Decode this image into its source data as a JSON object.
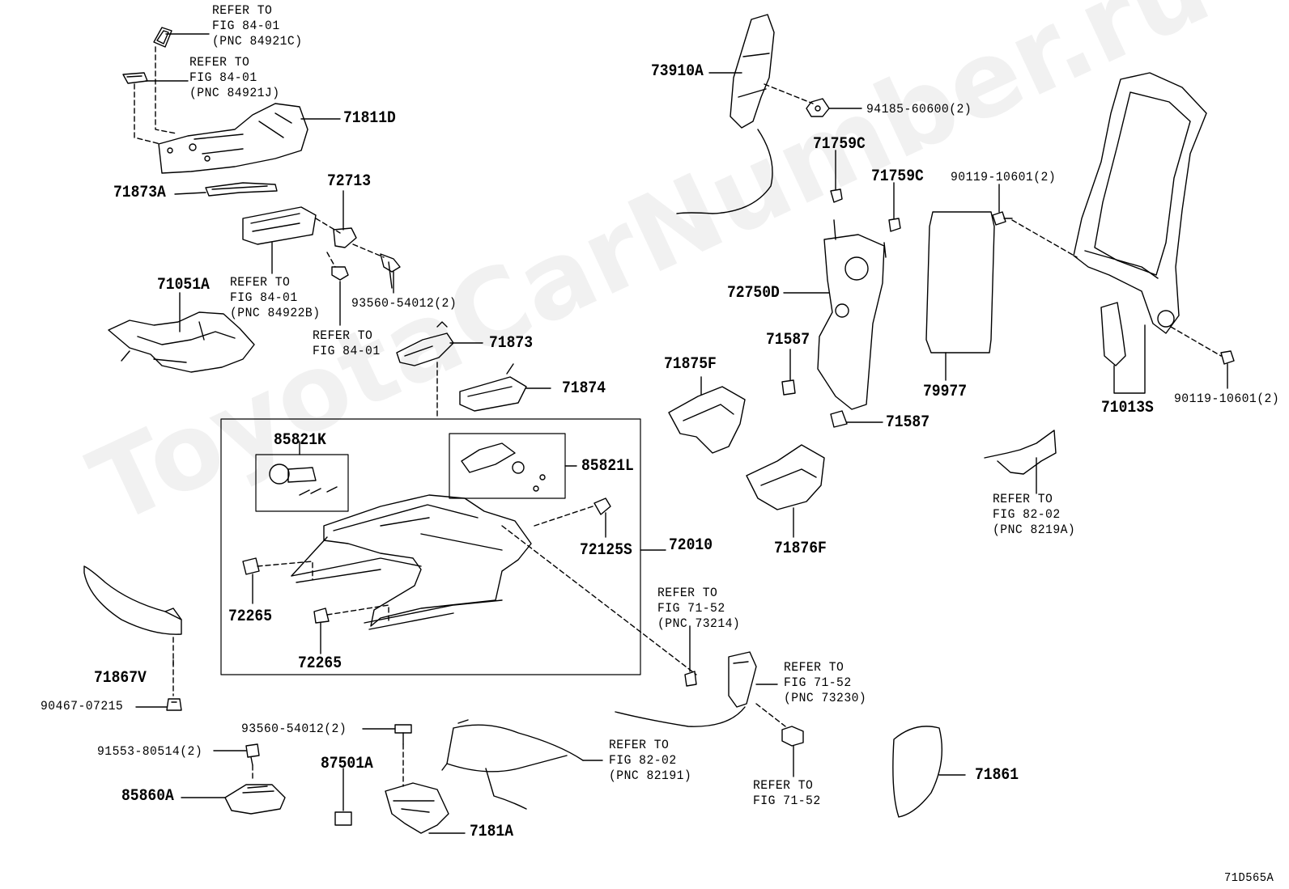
{
  "watermark": "ToyotaCarNumber.ru",
  "figure_code": "71D565A",
  "labels": {
    "refer_84921c": "REFER TO\nFIG 84-01\n(PNC 84921C)",
    "refer_84921j": "REFER TO\nFIG 84-01\n(PNC 84921J)",
    "p71811d": "71811D",
    "p71873a": "71873A",
    "p72713": "72713",
    "refer_84922b": "REFER TO\nFIG 84-01\n(PNC 84922B)",
    "p93560a": "93560-54012(2)",
    "refer_8401": "REFER TO\nFIG 84-01",
    "p71051a": "71051A",
    "p71873": "71873",
    "p71874": "71874",
    "p85821k": "85821K",
    "p85821l": "85821L",
    "p72125s": "72125S",
    "p72010": "72010",
    "p72265a": "72265",
    "p72265b": "72265",
    "p71867v": "71867V",
    "p90467": "90467-07215",
    "p93560b": "93560-54012(2)",
    "p91553": "91553-80514(2)",
    "p87501a": "87501A",
    "p85860a": "85860A",
    "p7181a": "7181A",
    "refer_82191": "REFER TO\nFIG 82-02\n(PNC 82191)",
    "refer_73214": "REFER TO\nFIG 71-52\n(PNC 73214)",
    "refer_73230": "REFER TO\nFIG 71-52\n(PNC 73230)",
    "refer_7152": "REFER TO\nFIG 71-52",
    "p71861": "71861",
    "p73910a": "73910A",
    "p94185": "94185-60600(2)",
    "p71759c_a": "71759C",
    "p71759c_b": "71759C",
    "p72750d": "72750D",
    "p71587a": "71587",
    "p71587b": "71587",
    "p71875f": "71875F",
    "p71876f": "71876F",
    "p79977": "79977",
    "p90119a": "90119-10601(2)",
    "p90119b": "90119-10601(2)",
    "p71013s": "71013S",
    "refer_8219a": "REFER TO\nFIG 82-02\n(PNC 8219A)"
  }
}
